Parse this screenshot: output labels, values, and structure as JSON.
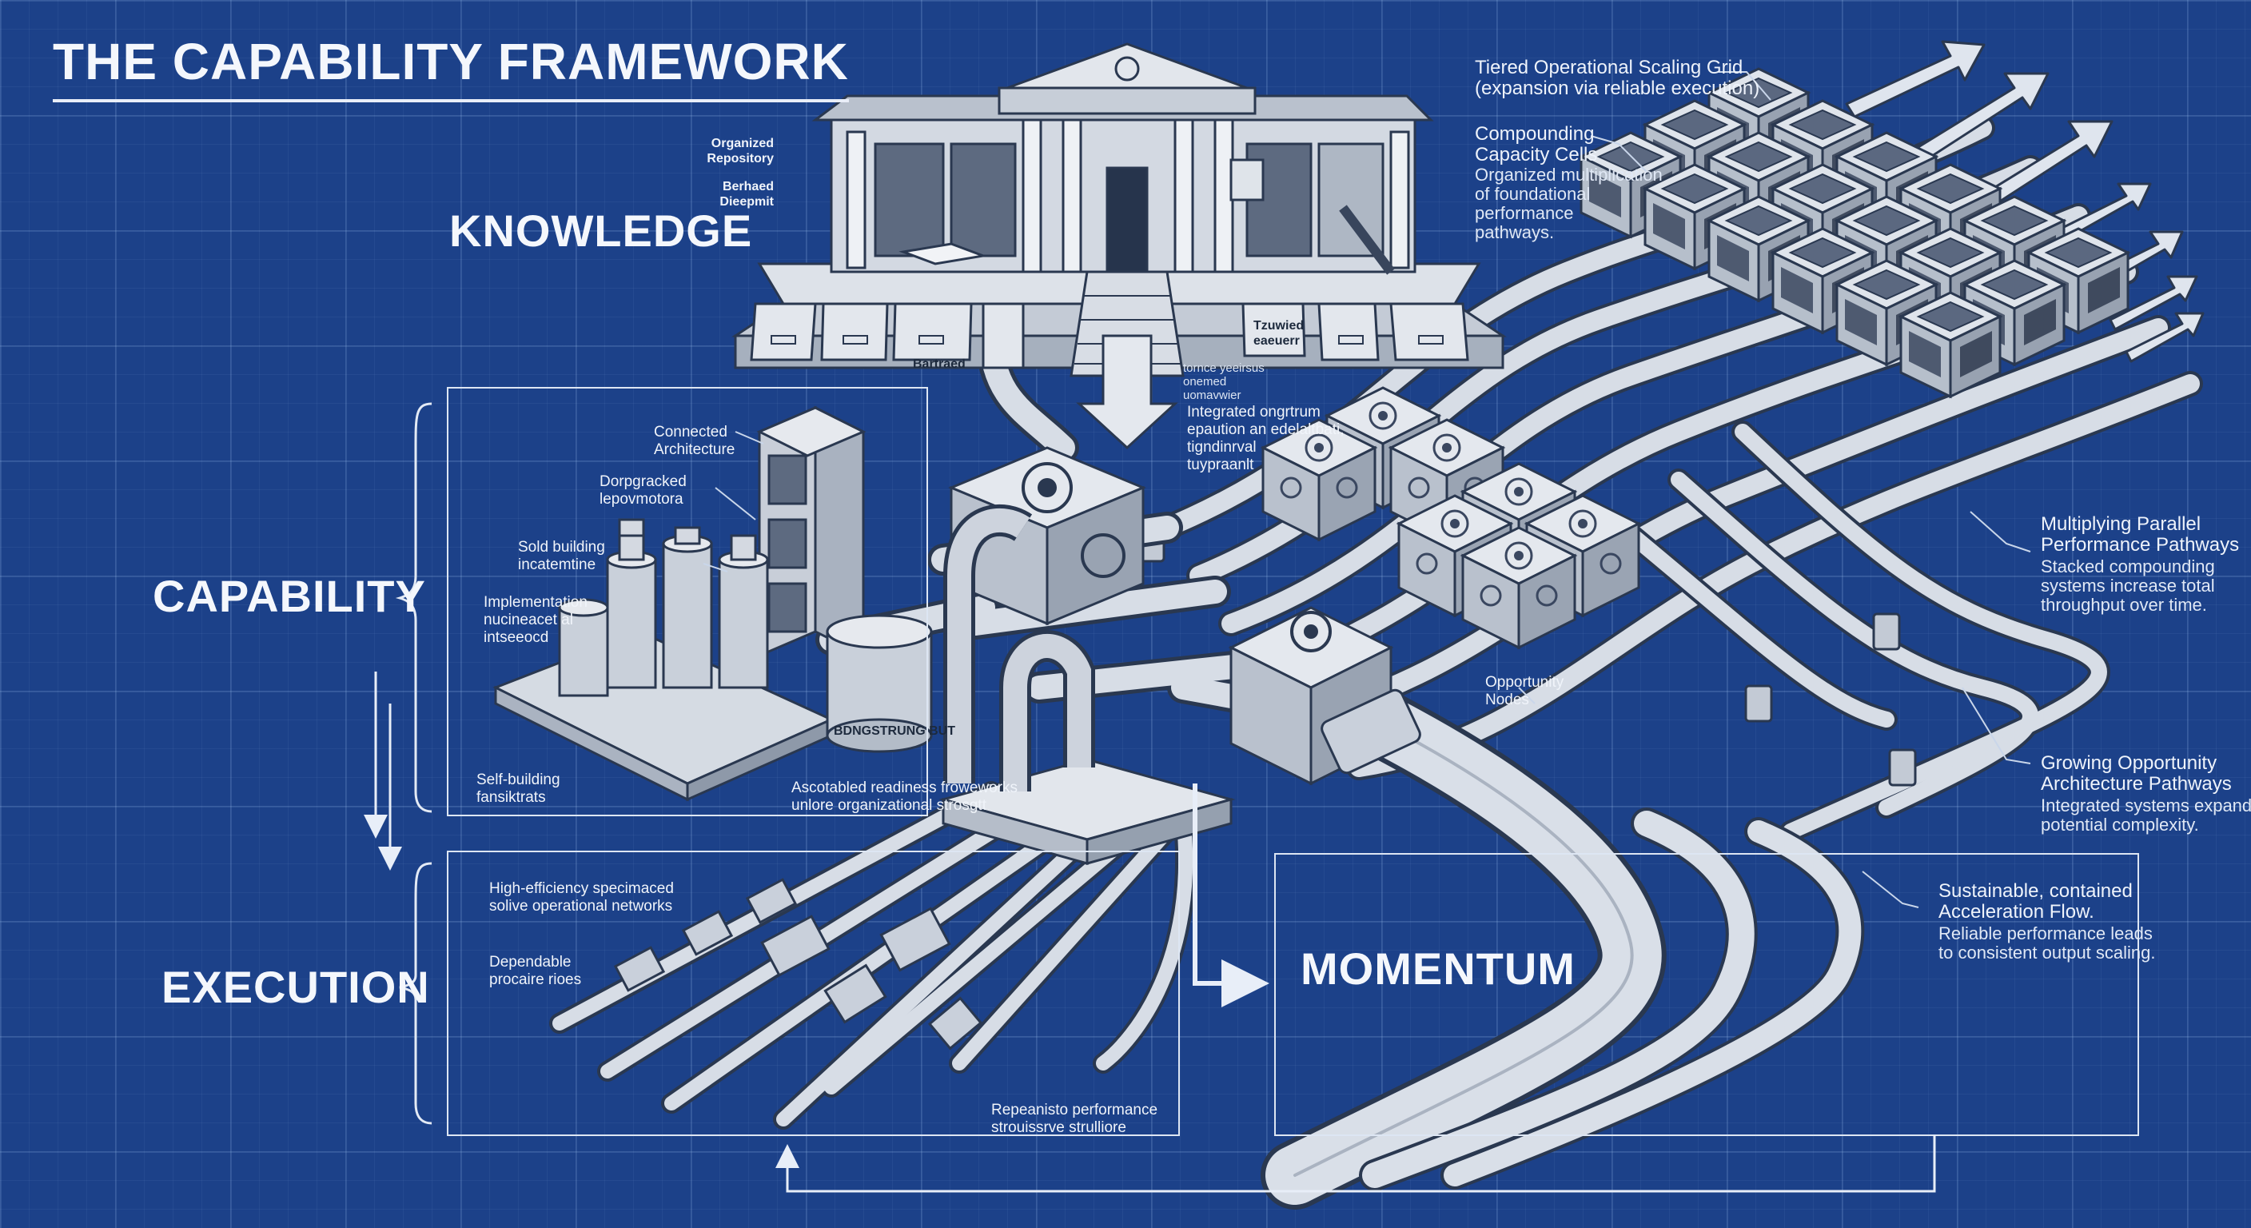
{
  "title": "THE CAPABILITY FRAMEWORK",
  "sections": {
    "knowledge": "KNOWLEDGE",
    "capability": "CAPABILITY",
    "execution": "EXECUTION",
    "momentum": "MOMENTUM"
  },
  "library": {
    "repository": [
      "Organized",
      "Repository"
    ],
    "blueprint": [
      "Berhaed",
      "Dieepmit"
    ],
    "drawer_label": "Bartraed",
    "drawer_label_2": [
      "Tzuwied",
      "eaeuerr"
    ],
    "stair_labels": [
      "tornce yeeirsus",
      "onemed",
      "uomavwier"
    ]
  },
  "capability": {
    "connected": [
      "Connected",
      "Architecture"
    ],
    "dorp": [
      "Dorpgracked",
      "lepovmotora"
    ],
    "solid": [
      "Sold building",
      "incatemtine"
    ],
    "implementation": [
      "Implementation",
      "nucineacet al",
      "intseeocd"
    ],
    "self_building": [
      "Self-building",
      "fansiktrats"
    ],
    "readiness": [
      "Ascotabled readiness froweworks",
      "unlore organizational strosgtt"
    ],
    "integrated": [
      "Integrated ongrtrum",
      "epaution an edelaltbati,",
      "tigndinrval",
      "tuypraanlt"
    ],
    "cylinder_text": "BDNGSTRUNG BUT"
  },
  "execution": {
    "high_efficiency": [
      "High-efficiency specimaced",
      "solive operational networks"
    ],
    "dependable": [
      "Dependable",
      "procaire rioes"
    ],
    "repeatable": [
      "Repeanisto performance",
      "strouissrve strulliore"
    ]
  },
  "right_notes": {
    "tiered": [
      "Tiered Operational Scaling Grid",
      "(expansion via reliable execution)"
    ],
    "compounding_title": [
      "Compounding",
      "Capacity Cells"
    ],
    "compounding_body": [
      "Organized multiplication",
      "of foundational",
      "performance",
      "pathways."
    ],
    "multiplying_title": [
      "Multiplying Parallel",
      "Performance Pathways"
    ],
    "multiplying_body": [
      "Stacked compounding",
      "systems increase total",
      "throughput over time."
    ],
    "opportunity_nodes": [
      "Opportunity",
      "Nodes"
    ],
    "growing_title": [
      "Growing Opportunity",
      "Architecture Pathways"
    ],
    "growing_body": [
      "Integrated systems expand",
      "potential complexity."
    ],
    "sustainable_title": [
      "Sustainable, contained",
      "Acceleration Flow."
    ],
    "sustainable_body": [
      "Reliable performance leads",
      "to consistent output scaling."
    ]
  }
}
